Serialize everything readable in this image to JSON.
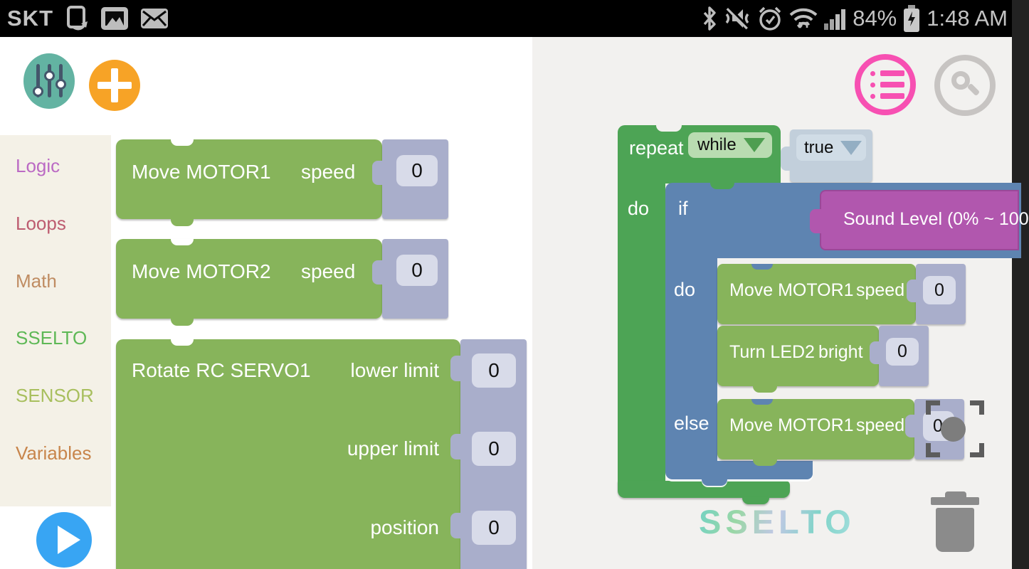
{
  "status_bar": {
    "carrier": "SKT",
    "battery_percent": "84%",
    "time": "1:48 AM",
    "left_icons": [
      "screenshot-icon",
      "gallery-icon",
      "mail-icon"
    ],
    "right_icons": [
      "bluetooth-icon",
      "vibrate-mute-icon",
      "alarm-icon",
      "wifi-icon",
      "signal-icon",
      "battery-charging-icon"
    ]
  },
  "palette_toolbar": {
    "settings_icon": "sliders-icon",
    "add_icon": "plus-icon"
  },
  "sidebar": {
    "categories": [
      {
        "label": "Logic",
        "color": "#bb6ac4"
      },
      {
        "label": "Loops",
        "color": "#bd5c70"
      },
      {
        "label": "Math",
        "color": "#bf8c62"
      },
      {
        "label": "SSELTO",
        "color": "#5eb856"
      },
      {
        "label": "SENSOR",
        "color": "#a8bf5e"
      },
      {
        "label": "Variables",
        "color": "#c8854b"
      }
    ]
  },
  "palette_blocks": {
    "move_motor1": {
      "label": "Move MOTOR1",
      "param": "speed",
      "value": "0"
    },
    "move_motor2": {
      "label": "Move MOTOR2",
      "param": "speed",
      "value": "0"
    },
    "rotate_servo": {
      "label": "Rotate RC SERVO1",
      "params": [
        {
          "name": "lower limit",
          "value": "0"
        },
        {
          "name": "upper limit",
          "value": "0"
        },
        {
          "name": "position",
          "value": "0"
        }
      ]
    }
  },
  "run_button": {
    "icon": "play-icon"
  },
  "workspace_toolbar": {
    "list_icon": "list-icon",
    "search_icon": "search-icon"
  },
  "program": {
    "repeat": {
      "label": "repeat",
      "mode": "while",
      "condition": "true",
      "do_label": "do"
    },
    "if": {
      "label": "if",
      "condition": "Sound Level (0% ~ 100",
      "do_label": "do",
      "else_label": "else"
    },
    "do_blocks": [
      {
        "label": "Move MOTOR1",
        "param": "speed",
        "value": "0"
      },
      {
        "label": "Turn LED2",
        "param": "bright",
        "value": "0"
      }
    ],
    "else_blocks": [
      {
        "label": "Move MOTOR1",
        "param": "speed",
        "value": "0"
      }
    ]
  },
  "footer": {
    "logo": "SSELTO",
    "trash_icon": "trash-icon"
  },
  "colors": {
    "loops_green": "#4da455",
    "action_green": "#87b45b",
    "logic_blue": "#5e84b1",
    "sensor_magenta": "#b157ae",
    "value_gray": "#a9aecb",
    "accent_pink": "#f750b2",
    "accent_teal": "#63b3a2",
    "accent_orange": "#f7a326",
    "run_blue": "#38a5f3",
    "sidebar_bg": "#f4f1e7",
    "workspace_bg": "#f2f1ef"
  }
}
